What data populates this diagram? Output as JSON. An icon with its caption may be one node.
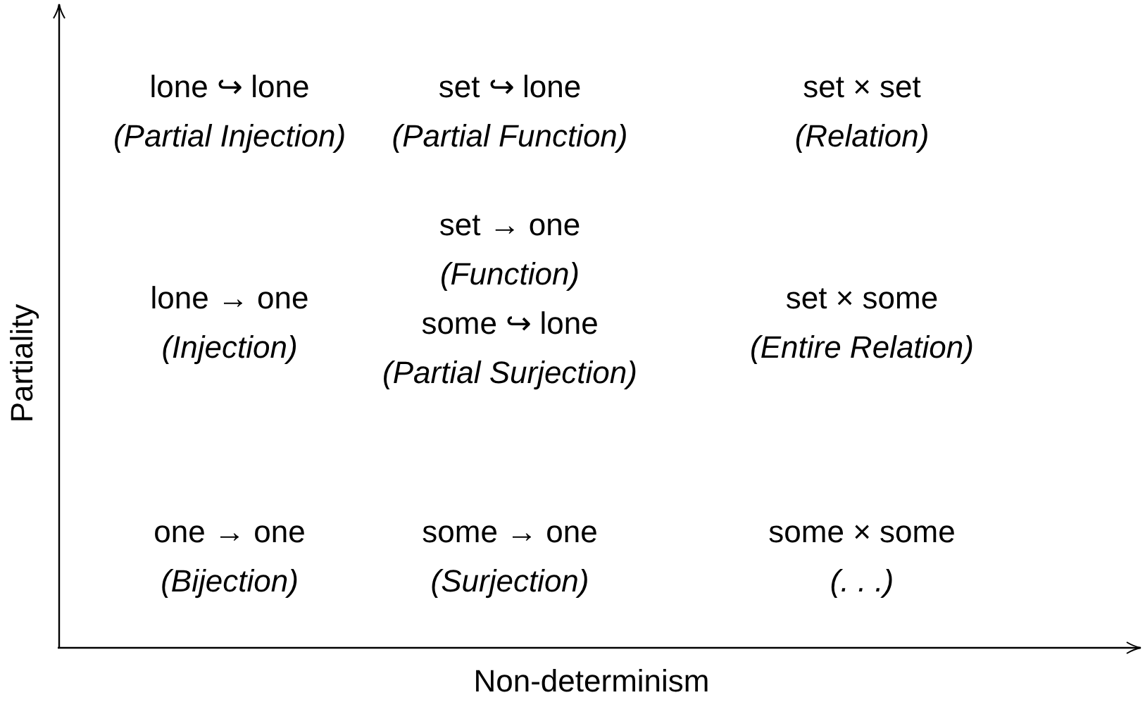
{
  "diagram": {
    "labels": [
      "lone ↪ lone",
      "(Partial Injection)",
      "set ↪ lone",
      "(Partial Function)",
      "set × set",
      "(Relation)",
      "lone → one",
      "(Injection)",
      "set → one",
      "(Function)",
      "some ↪ lone",
      "(Partial Surjection)",
      "set × some",
      "(Entire Relation)",
      "one → one",
      "(Bijection)",
      "some → one",
      "(Surjection)",
      "some × some",
      "(. . .)",
      "Partiality",
      "Non-determinism"
    ]
  }
}
